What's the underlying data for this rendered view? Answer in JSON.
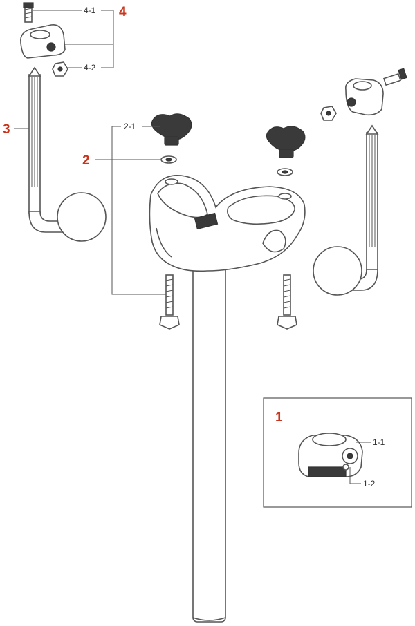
{
  "callouts": {
    "part_1": "1",
    "part_2": "2",
    "part_3": "3",
    "part_4": "4",
    "sub_1_1": "1-1",
    "sub_1_2": "1-2",
    "sub_2_1": "2-1",
    "sub_4_1": "4-1",
    "sub_4_2": "4-2"
  },
  "colors": {
    "accent": "#c8341c",
    "line": "#555555",
    "dark_part": "#3a3a3a"
  }
}
